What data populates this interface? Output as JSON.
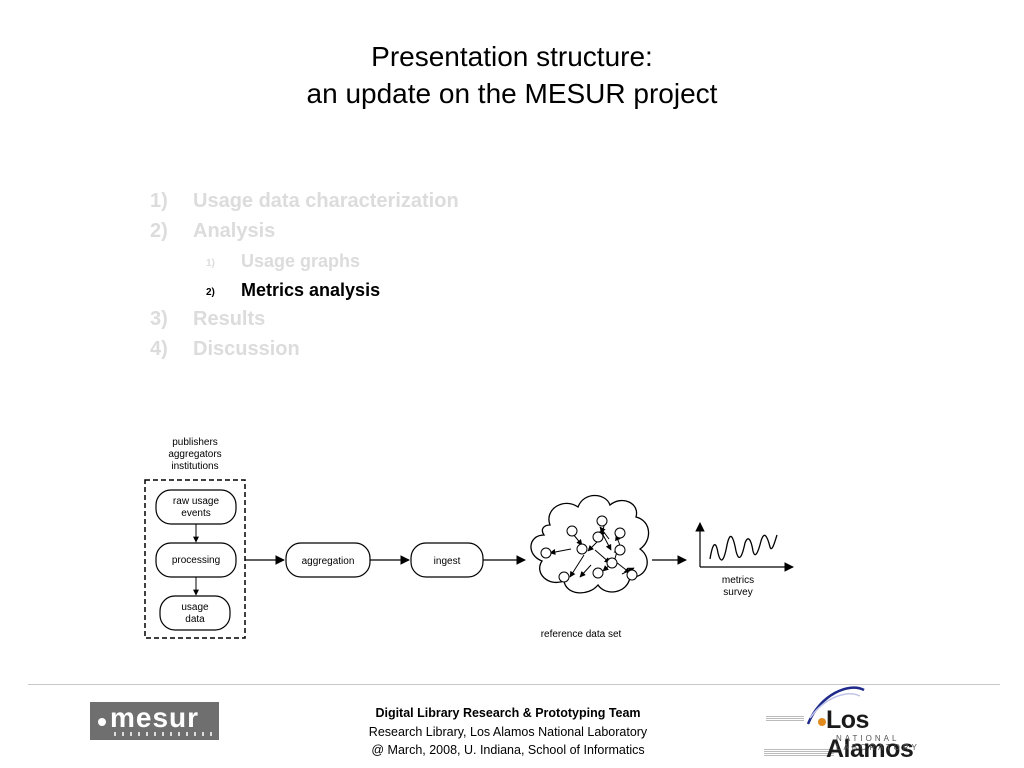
{
  "title": {
    "line1": "Presentation structure:",
    "line2": "an update on the MESUR project"
  },
  "outline": [
    {
      "num": "1)",
      "label": "Usage data characterization",
      "level": 1,
      "active": false
    },
    {
      "num": "2)",
      "label": "Analysis",
      "level": 1,
      "active": false
    },
    {
      "num": "1)",
      "label": "Usage graphs",
      "level": 2,
      "active": false
    },
    {
      "num": "2)",
      "label": "Metrics analysis",
      "level": 2,
      "active": true
    },
    {
      "num": "3)",
      "label": "Results",
      "level": 1,
      "active": false
    },
    {
      "num": "4)",
      "label": "Discussion",
      "level": 1,
      "active": false
    }
  ],
  "diagram": {
    "sources_line1": "publishers",
    "sources_line2": "aggregators",
    "sources_line3": "institutions",
    "raw_usage_line1": "raw usage",
    "raw_usage_line2": "events",
    "processing": "processing",
    "usage_data_line1": "usage",
    "usage_data_line2": "data",
    "aggregation": "aggregation",
    "ingest": "ingest",
    "reference_data_set": "reference data set",
    "metrics_line1": "metrics",
    "metrics_line2": "survey"
  },
  "footer": {
    "team": "Digital Library Research & Prototyping Team",
    "org": "Research Library, Los Alamos National Laboratory",
    "event": "@ March, 2008, U. Indiana, School of Informatics"
  },
  "logos": {
    "mesur": "mesur",
    "lanl_name": "Los Alamos",
    "lanl_sub": "NATIONAL LABORATORY"
  },
  "colors": {
    "inactive_item": "#dcdcdc",
    "active_item": "#000000",
    "lanl_swoosh": "#1f2a8a",
    "lanl_dot": "#e08a1e"
  }
}
